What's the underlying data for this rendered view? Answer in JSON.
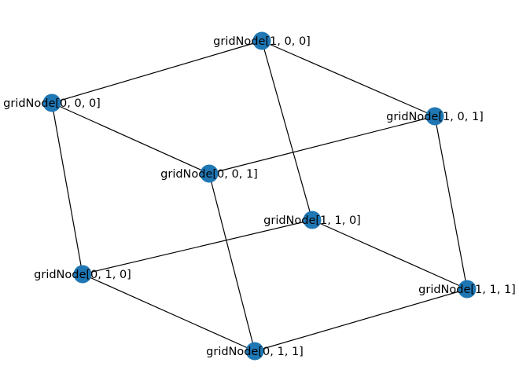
{
  "graph": {
    "node_color": "#1f77b4",
    "edge_color": "#000000",
    "nodes": [
      {
        "id": "100",
        "label": "gridNode[1, 0, 0]"
      },
      {
        "id": "000",
        "label": "gridNode[0, 0, 0]"
      },
      {
        "id": "101",
        "label": "gridNode[1, 0, 1]"
      },
      {
        "id": "001",
        "label": "gridNode[0, 0, 1]"
      },
      {
        "id": "110",
        "label": "gridNode[1, 1, 0]"
      },
      {
        "id": "010",
        "label": "gridNode[0, 1, 0]"
      },
      {
        "id": "111",
        "label": "gridNode[1, 1, 1]"
      },
      {
        "id": "011",
        "label": "gridNode[0, 1, 1]"
      }
    ],
    "edges": [
      [
        "000",
        "100"
      ],
      [
        "000",
        "010"
      ],
      [
        "000",
        "001"
      ],
      [
        "100",
        "110"
      ],
      [
        "100",
        "101"
      ],
      [
        "001",
        "101"
      ],
      [
        "001",
        "011"
      ],
      [
        "010",
        "110"
      ],
      [
        "010",
        "011"
      ],
      [
        "110",
        "111"
      ],
      [
        "101",
        "111"
      ],
      [
        "011",
        "111"
      ]
    ]
  }
}
